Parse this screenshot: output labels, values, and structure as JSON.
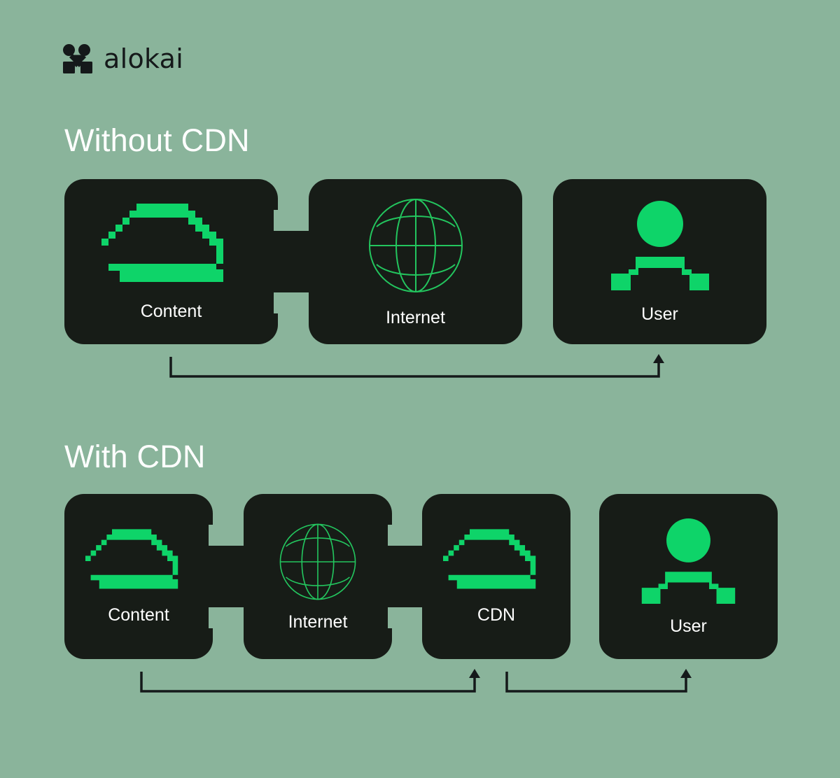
{
  "brand": {
    "name": "alokai",
    "logo_icon": "alokai-mark-icon",
    "logo_color": "#15191a"
  },
  "colors": {
    "background": "#8ab49b",
    "card": "#171c17",
    "accent_green": "#0ed469",
    "globe_green": "#23c55e",
    "label_text": "#ffffff",
    "arrow": "#15191a"
  },
  "sections": [
    {
      "id": "without-cdn",
      "title": "Without CDN",
      "cards": [
        {
          "label": "Content",
          "icon": "cloud-icon"
        },
        {
          "label": "Internet",
          "icon": "globe-icon"
        },
        {
          "label": "User",
          "icon": "user-icon"
        }
      ],
      "connections": [
        "content-to-internet"
      ],
      "arrows": [
        {
          "from": "Content",
          "to": "User",
          "direction": "up"
        }
      ]
    },
    {
      "id": "with-cdn",
      "title": "With CDN",
      "cards": [
        {
          "label": "Content",
          "icon": "cloud-icon"
        },
        {
          "label": "Internet",
          "icon": "globe-icon"
        },
        {
          "label": "CDN",
          "icon": "cloud-icon"
        },
        {
          "label": "User",
          "icon": "user-icon"
        }
      ],
      "connections": [
        "content-to-internet",
        "internet-to-cdn"
      ],
      "arrows": [
        {
          "from": "Content",
          "to": "CDN",
          "direction": "up"
        },
        {
          "from": "CDN",
          "to": "User",
          "direction": "up"
        }
      ]
    }
  ]
}
